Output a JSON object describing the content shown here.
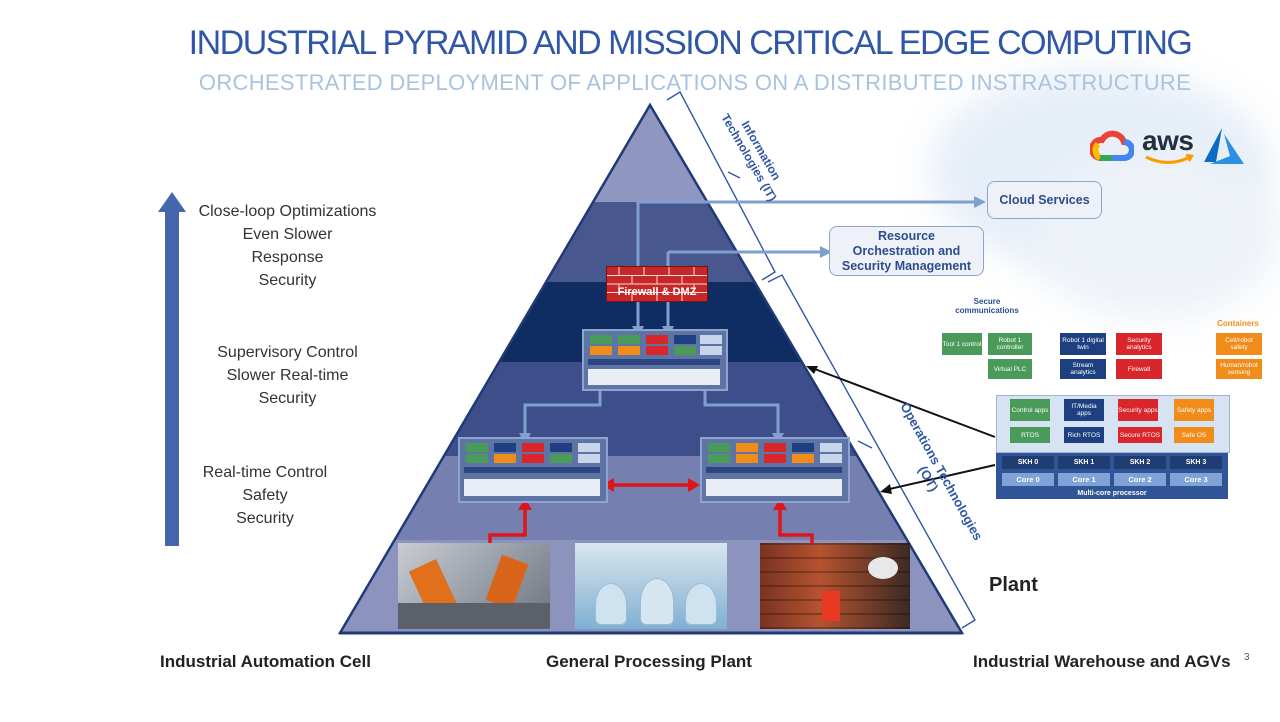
{
  "header": {
    "title": "INDUSTRIAL PYRAMID AND MISSION CRITICAL EDGE COMPUTING",
    "subtitle": "ORCHESTRATED DEPLOYMENT OF APPLICATIONS ON A DISTRIBUTED INSTRASTRUCTURE"
  },
  "left_panel": {
    "top_lines": [
      "Close-loop Optimizations",
      "Even Slower",
      "Response",
      "Security"
    ],
    "mid_lines": [
      "Supervisory Control",
      "Slower Real-time",
      "Security"
    ],
    "low_lines": [
      "Real-time Control",
      "Safety",
      "Security"
    ]
  },
  "pyramid": {
    "it_label": "Information Technologies (IT)",
    "ot_label": "Operations Technologies (OT)",
    "firewall_label": "Firewall & DMZ"
  },
  "callouts": {
    "cloud_services": "Cloud Services",
    "resource_orchestration": "Resource Orchestration and Security Management",
    "plant": "Plant"
  },
  "cloud_logos": [
    "google-cloud",
    "aws",
    "azure"
  ],
  "aws_text": "aws",
  "multicore": {
    "secure_comms": "Secure communications",
    "containers": "Containers",
    "top_boxes": [
      "Tool 1 control",
      "Robot 1 controller",
      "Robot 1 digital twin",
      "Security analytics",
      "Cell/robot safety"
    ],
    "mid_boxes": [
      "Virtual PLC",
      "Stream analytics",
      "Firewall",
      "Human/robot sensing"
    ],
    "app_boxes": [
      "Control apps",
      "IT/Media apps",
      "Security apps",
      "Safety apps"
    ],
    "os_boxes": [
      "RTOS",
      "Rich RTOS",
      "Secure RTOS",
      "Safe OS"
    ],
    "skh": [
      "SKH 0",
      "SKH 1",
      "SKH 2",
      "SKH 3"
    ],
    "cores": [
      "Core 0",
      "Core 1",
      "Core 2",
      "Core 3"
    ],
    "processor": "Multi-core processor"
  },
  "bottom": {
    "left": "Industrial Automation Cell",
    "center": "General Processing Plant",
    "right": "Industrial Warehouse and AGVs"
  },
  "page_number": "3",
  "colors": {
    "title": "#2f57a6",
    "subtitle": "#a9c3df",
    "pyramid_top": "#8f96bf",
    "pyramid_band2": "#48578e",
    "pyramid_band3": "#0f2c63",
    "pyramid_band4": "#3d4e8a",
    "pyramid_band5": "#7680b0",
    "pyramid_base": "#8c94bd",
    "arrow_red": "#e0141b",
    "arrow_light": "#7fa0cc",
    "green": "#4a9a5a",
    "navy": "#1e3f80",
    "red": "#d9262b",
    "orange": "#f08c1a"
  }
}
